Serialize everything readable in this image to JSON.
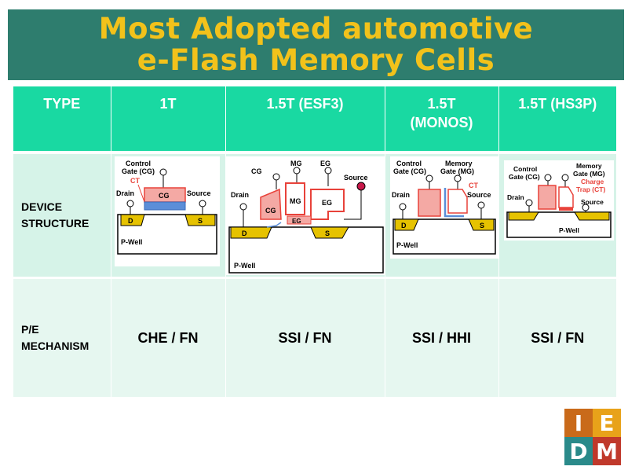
{
  "title": {
    "line1": "Most Adopted automotive",
    "line2": "e-Flash Memory Cells"
  },
  "table": {
    "headers": {
      "type": "TYPE",
      "c1": "1T",
      "c2": "1.5T (ESF3)",
      "c3a": "1.5T",
      "c3b": "(MONOS)",
      "c4": "1.5T (HS3P)"
    },
    "device_label": {
      "l1": "DEVICE",
      "l2": "STRUCTURE"
    },
    "pe_label": {
      "l1": "P/E",
      "l2": "MECHANISM"
    },
    "mechanisms": [
      "CHE / FN",
      "SSI / FN",
      "SSI / HHI",
      "SSI / FN"
    ]
  },
  "diagrams": {
    "d1": {
      "control_gate": "Control",
      "control_gate2": "Gate (CG)",
      "ct": "CT",
      "cg": "CG",
      "drain": "Drain",
      "source": "Source",
      "d": "D",
      "s": "S",
      "pwell": "P-Well"
    },
    "d2": {
      "mg": "MG",
      "eg": "EG",
      "cg": "CG",
      "source": "Source",
      "drain": "Drain",
      "eg2": "EG",
      "d": "D",
      "s": "S",
      "pwell": "P-Well",
      "mg_box": "MG",
      "eg_box": "EG",
      "cg_box": "CG"
    },
    "d3": {
      "control_gate": "Control",
      "control_gate2": "Gate (CG)",
      "memory_gate": "Memory",
      "memory_gate2": "Gate (MG)",
      "ct": "CT",
      "drain": "Drain",
      "source": "Source",
      "d": "D",
      "s": "S",
      "pwell": "P-Well"
    },
    "d4": {
      "control_gate": "Control",
      "control_gate2": "Gate (CG)",
      "memory_gate": "Memory",
      "memory_gate2": "Gate (MG)",
      "charge": "Charge",
      "trap": "Trap (CT)",
      "drain": "Drain",
      "source": "Source",
      "pwell": "P-Well"
    }
  },
  "logo": {
    "i": "I",
    "e": "E",
    "d": "D",
    "m": "M"
  },
  "colors": {
    "banner": "#2e7d6e",
    "title": "#f2c21b",
    "header": "#19d9a2",
    "gate_red": "#e8423a",
    "diffusion_yellow": "#e6c200",
    "ct_blue": "#5b8ed8"
  }
}
